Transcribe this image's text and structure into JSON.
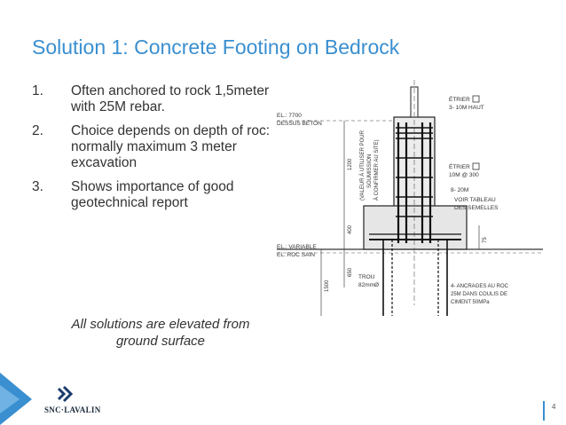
{
  "slide": {
    "title": "Solution 1: Concrete Footing on Bedrock",
    "points": [
      {
        "num": "1.",
        "text": "Often anchored to rock 1,5meter with 25M rebar."
      },
      {
        "num": "2.",
        "text": "Choice depends on depth of roc: normally maximum 3 meter excavation"
      },
      {
        "num": "3.",
        "text": "Shows importance of good geotechnical report"
      }
    ],
    "note": "All solutions are elevated from ground surface",
    "page_number": "4"
  },
  "drawing": {
    "el_top": "EL.: 7700",
    "dessus_beton": "DESSUS BÉTON",
    "etrier_1": "ÉTRIER",
    "etrier_1_spec": "3- 10M HAUT",
    "etrier_2": "ÉTRIER",
    "etrier_2_spec": "10M @ 300",
    "bars": "8- 20M",
    "voir_tableau": "VOIR TABLEAU",
    "des_semelles": "DES SEMELLES",
    "el_variable": "EL.: VARIABLE",
    "el_roc_sain": "EL. ROC SAIN",
    "trou": "TROU",
    "trou_dia": "82mmØ",
    "anchor_1": "4- ANCRAGES AU ROC",
    "anchor_2": "25M DANS COULIS DE",
    "anchor_3": "CIMENT 50MPa",
    "vert_note_1": "(VALEUR À UTILISER POUR",
    "vert_note_2": "SOUMISSION",
    "vert_note_3": "À CONFIRMER AU SITE)",
    "dim_1200": "1200",
    "dim_400": "400",
    "dim_75": "75",
    "dim_1500": "1500",
    "dim_650": "650"
  },
  "brand": {
    "logo_text": "SNC·LAVALIN",
    "accent": "#3a8fd0"
  }
}
